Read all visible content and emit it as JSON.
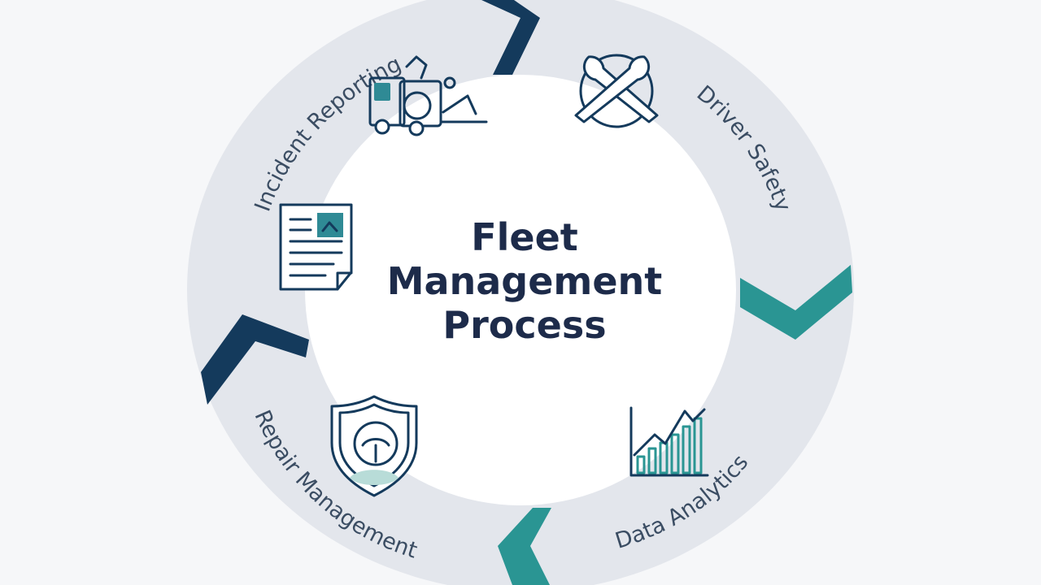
{
  "diagram": {
    "center": {
      "lines": [
        "Fleet",
        "Management",
        "Process"
      ]
    },
    "stages": [
      {
        "label": "Incident Reporting",
        "icon": "truck-icon"
      },
      {
        "label": "Driver Safety",
        "icon": "wrench-icon"
      },
      {
        "label": "Data Analytics",
        "icon": "bar-chart-icon"
      },
      {
        "label": "Repair Management",
        "icon": "shield-icon"
      },
      {
        "label": "",
        "icon": "document-icon"
      }
    ],
    "colors": {
      "ring": "#e3e6ec",
      "inner": "#ffffff",
      "navy": "#143a5c",
      "teal": "#2a9593",
      "text": "#3b4d63",
      "title": "#1d2b4a"
    }
  }
}
